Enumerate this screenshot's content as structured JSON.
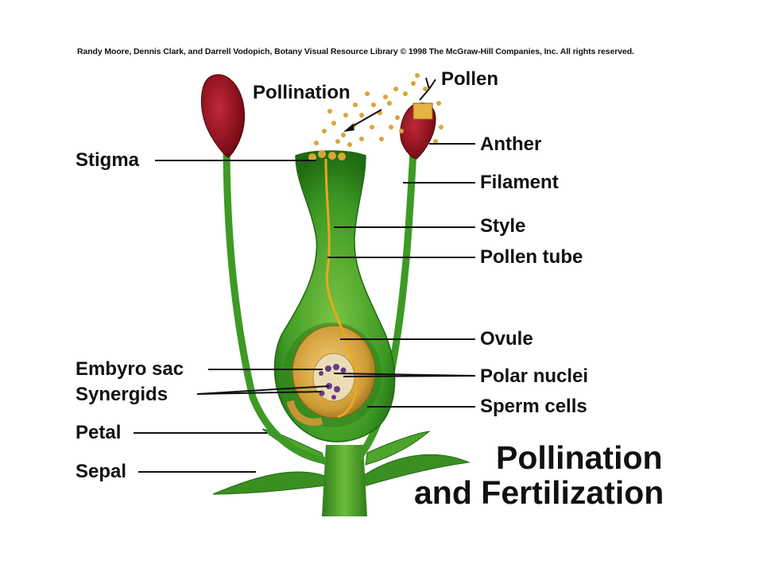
{
  "copyright": "Randy Moore, Dennis Clark, and Darrell Vodopich, Botany Visual Resource Library © 1998 The McGraw-Hill Companies, Inc. All rights reserved.",
  "title_line1": "Pollination",
  "title_line2": "and Fertilization",
  "labels": {
    "pollination": "Pollination",
    "pollen": "Pollen",
    "anther": "Anther",
    "filament": "Filament",
    "style": "Style",
    "pollen_tube": "Pollen tube",
    "ovule": "Ovule",
    "polar_nuclei": "Polar nuclei",
    "sperm_cells": "Sperm cells",
    "stigma": "Stigma",
    "embryo_sac": "Embyro sac",
    "synergids": "Synergids",
    "petal": "Petal",
    "sepal": "Sepal"
  },
  "colors": {
    "green": "#3e9a24",
    "dark_green": "#1f6a12",
    "ovule_gold": "#d6a640",
    "anther_red": "#8e0e1c",
    "pollen_gold": "#d9a538",
    "embryo_sac": "#e9d7b0",
    "nucleus": "#6a3a86"
  }
}
